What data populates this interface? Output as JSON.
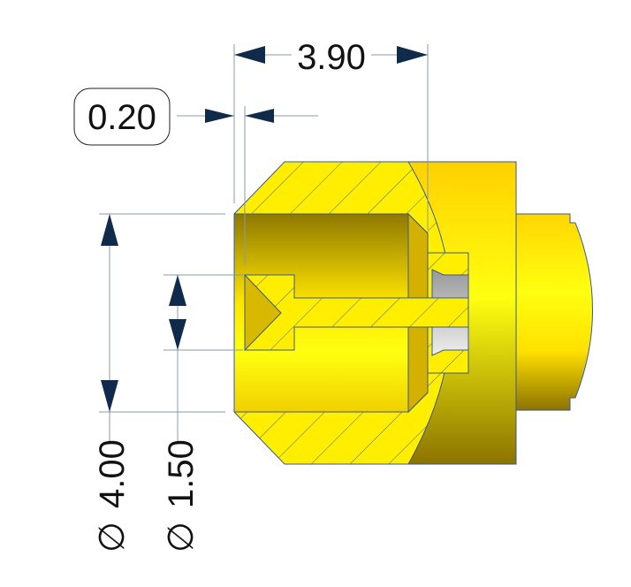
{
  "dimensions": {
    "length": "3.90",
    "offset": "0.20",
    "outer_diameter": "4.00",
    "inner_diameter": "1.50",
    "diameter_symbol": "∅"
  },
  "colors": {
    "arrow": "#0f2a4a",
    "yellow": "#ffee00",
    "dark_yellow": "#9a7e00",
    "outline": "#3a5a9a"
  }
}
